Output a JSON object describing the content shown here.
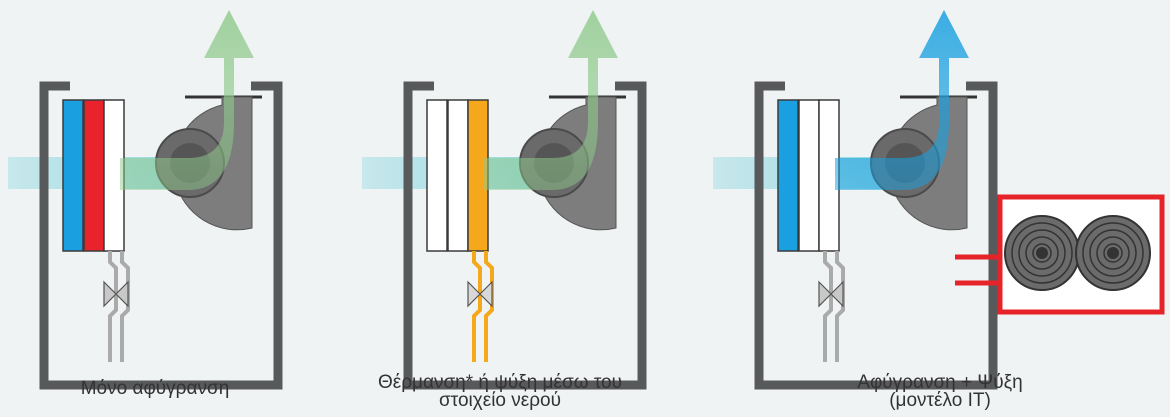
{
  "panels": [
    {
      "id": "dehumidify-only",
      "caption_lines": [
        "Μόνο αφύγρανση"
      ],
      "coils": [
        "#1aa0e0",
        "#e8232b",
        "#ffffff"
      ],
      "pipe_color": "#aaaaaa",
      "outflow_color": "#8ec98a",
      "external_unit": false
    },
    {
      "id": "water-coil",
      "caption_lines": [
        "Θέρμανση* ή ψύξη μέσω του",
        "στοιχείο νερού"
      ],
      "coils": [
        "#ffffff",
        "#ffffff",
        "#f5a81c"
      ],
      "pipe_color": "#f5a81c",
      "outflow_color": "#8ec98a",
      "external_unit": false
    },
    {
      "id": "it-model",
      "caption_lines": [
        "Αφύγρανση + Ψύξη",
        "(μοντέλο IT)"
      ],
      "coils": [
        "#1aa0e0",
        "#ffffff",
        "#ffffff"
      ],
      "pipe_color": "#aaaaaa",
      "outflow_color": "#1aa0e0",
      "external_unit": true
    }
  ],
  "colors": {
    "housing": "#58595b",
    "fan": "#7d7d7d",
    "inflow": "#7fd3dd",
    "external_frame": "#e52329"
  }
}
